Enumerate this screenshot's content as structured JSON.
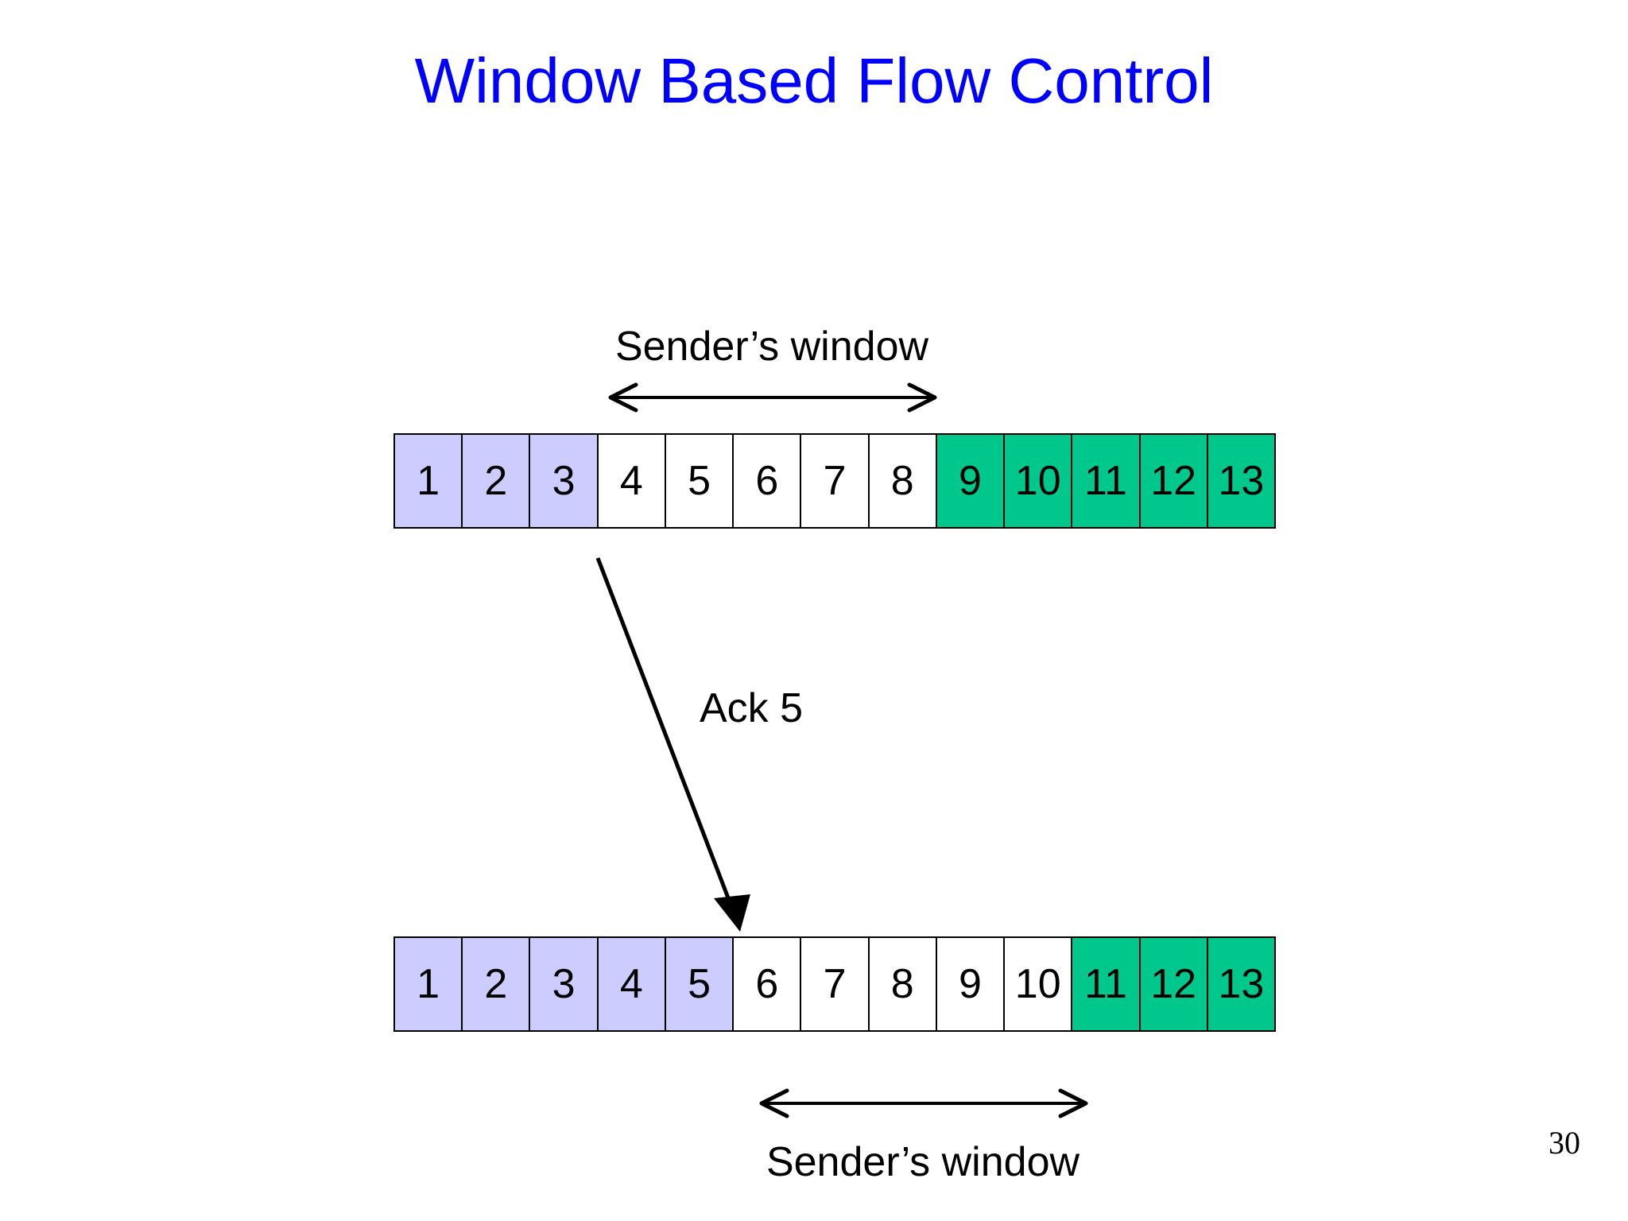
{
  "slide": {
    "title": "Window Based Flow Control",
    "title_color": "#0000ff",
    "background_color": "#ffffff",
    "page_number": "30"
  },
  "colors": {
    "acked_fill": "#ccccff",
    "open_fill": "#ffffff",
    "blocked_fill": "#00c78c",
    "border": "#000000",
    "text": "#000000"
  },
  "labels": {
    "sender_window_top": "Sender’s window",
    "ack_message": "Ack 5",
    "sender_window_bottom": "Sender’s window"
  },
  "sequence_row_top": {
    "name": "before-ack",
    "cells": [
      {
        "label": "1",
        "state": "acked"
      },
      {
        "label": "2",
        "state": "acked"
      },
      {
        "label": "3",
        "state": "acked"
      },
      {
        "label": "4",
        "state": "open"
      },
      {
        "label": "5",
        "state": "open"
      },
      {
        "label": "6",
        "state": "open"
      },
      {
        "label": "7",
        "state": "open"
      },
      {
        "label": "8",
        "state": "open"
      },
      {
        "label": "9",
        "state": "blocked"
      },
      {
        "label": "10",
        "state": "blocked"
      },
      {
        "label": "11",
        "state": "blocked"
      },
      {
        "label": "12",
        "state": "blocked"
      },
      {
        "label": "13",
        "state": "blocked"
      }
    ],
    "window_start_cell": 4,
    "window_end_cell": 8
  },
  "sequence_row_bottom": {
    "name": "after-ack",
    "cells": [
      {
        "label": "1",
        "state": "acked"
      },
      {
        "label": "2",
        "state": "acked"
      },
      {
        "label": "3",
        "state": "acked"
      },
      {
        "label": "4",
        "state": "acked"
      },
      {
        "label": "5",
        "state": "acked"
      },
      {
        "label": "6",
        "state": "open"
      },
      {
        "label": "7",
        "state": "open"
      },
      {
        "label": "8",
        "state": "open"
      },
      {
        "label": "9",
        "state": "open"
      },
      {
        "label": "10",
        "state": "open"
      },
      {
        "label": "11",
        "state": "blocked"
      },
      {
        "label": "12",
        "state": "blocked"
      },
      {
        "label": "13",
        "state": "blocked"
      }
    ],
    "window_start_cell": 6,
    "window_end_cell": 10
  }
}
